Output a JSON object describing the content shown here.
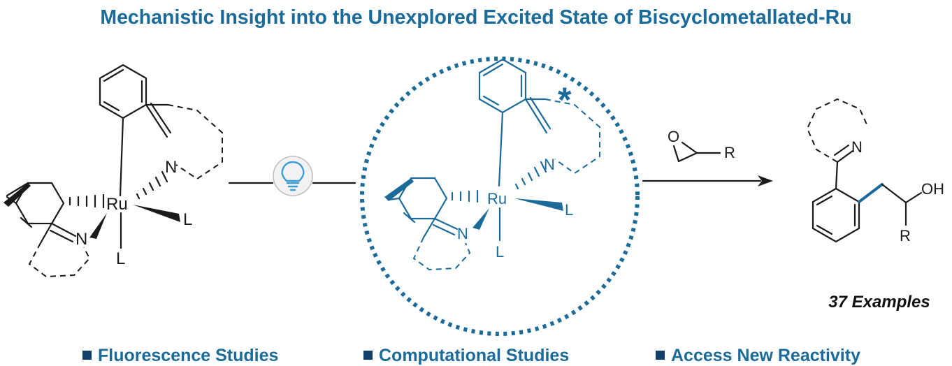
{
  "title": "Mechanistic Insight into the Unexplored Excited State of Biscyclometallated-Ru",
  "left_complex": {
    "metal": "Ru",
    "n_top": "N",
    "n_bottom": "N",
    "ligand_right": "L",
    "ligand_bottom": "L"
  },
  "excited_complex": {
    "metal": "Ru",
    "n_top": "N",
    "n_bottom": "N",
    "ligand_right": "L",
    "ligand_bottom": "L",
    "star": "*"
  },
  "reagent": {
    "oxygen": "O",
    "r_group": "R"
  },
  "product": {
    "nitrogen": "N",
    "hydroxyl": "OH",
    "r_group": "R",
    "examples": "37 Examples"
  },
  "bullets": [
    "Fluorescence Studies",
    "Computational Studies",
    "Access New Reactivity"
  ],
  "colors": {
    "accent": "#1a6b9a",
    "text": "#1a1a1a"
  },
  "icons": {
    "light": "lightbulb-icon",
    "bullet": "square-bullet-icon"
  }
}
